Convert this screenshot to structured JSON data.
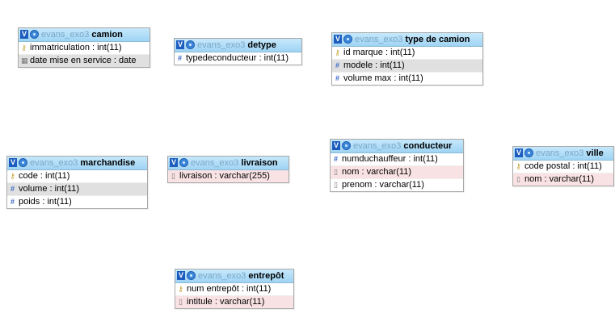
{
  "db_prefix": "evans_exo3",
  "tables": {
    "camion": {
      "name": "camion",
      "fields": [
        {
          "label": "immatriculation : int(11)",
          "icon": "key-icon"
        },
        {
          "label": "date mise en service : date",
          "icon": "date-icon"
        }
      ]
    },
    "detype": {
      "name": "detype",
      "fields": [
        {
          "label": "typedeconducteur : int(11)",
          "icon": "hash-icon"
        }
      ]
    },
    "type_de_camion": {
      "name": "type de camion",
      "fields": [
        {
          "label": "id marque : int(11)",
          "icon": "key-icon"
        },
        {
          "label": "modele : int(11)",
          "icon": "hash-icon"
        },
        {
          "label": "volume max : int(11)",
          "icon": "hash-icon"
        }
      ]
    },
    "marchandise": {
      "name": "marchandise",
      "fields": [
        {
          "label": "code : int(11)",
          "icon": "key-icon"
        },
        {
          "label": "volume : int(11)",
          "icon": "hash-icon"
        },
        {
          "label": "poids : int(11)",
          "icon": "hash-icon"
        }
      ]
    },
    "livraison": {
      "name": "livraison",
      "fields": [
        {
          "label": "livraison : varchar(255)",
          "icon": "text-icon"
        }
      ]
    },
    "conducteur": {
      "name": "conducteur",
      "fields": [
        {
          "label": "numduchauffeur : int(11)",
          "icon": "hash-icon"
        },
        {
          "label": "nom : varchar(11)",
          "icon": "text-icon"
        },
        {
          "label": "prenom : varchar(11)",
          "icon": "text-icon"
        }
      ]
    },
    "ville": {
      "name": "ville",
      "fields": [
        {
          "label": "code postal : int(11)",
          "icon": "key-icon"
        },
        {
          "label": "nom : varchar(11)",
          "icon": "text-icon"
        }
      ]
    },
    "entrepot": {
      "name": "entrepôt",
      "fields": [
        {
          "label": "num entrepôt : int(11)",
          "icon": "key-icon"
        },
        {
          "label": "intitule : varchar(11)",
          "icon": "text-icon"
        }
      ]
    }
  }
}
